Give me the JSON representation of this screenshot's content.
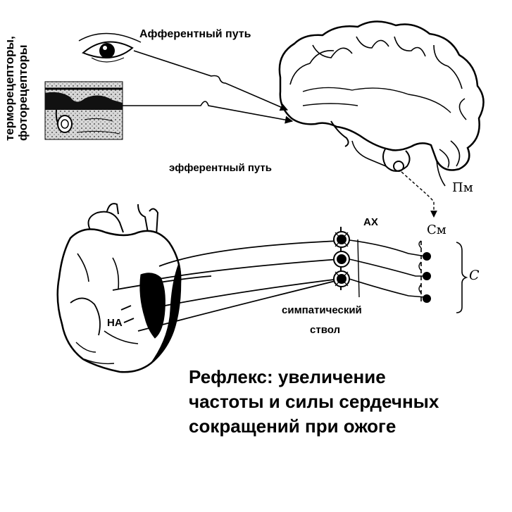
{
  "labels": {
    "afferent": "Афферентный путь",
    "efferent": "эфферентный путь",
    "pm": "Пм",
    "ax": "АХ",
    "sm": "См",
    "c": "С",
    "na": "НА",
    "sympathetic_1": "симпатический",
    "sympathetic_2": "ствол",
    "receptors_1": "терморецепторы,",
    "receptors_2": "фоторецепторы"
  },
  "caption": {
    "line1": "Рефлекс: увеличение",
    "line2": "частоты и силы сердечных",
    "line3": "сокращений при ожоге"
  },
  "colors": {
    "ink": "#000000",
    "background": "#ffffff",
    "skin_shade": "#8a8a8a"
  }
}
